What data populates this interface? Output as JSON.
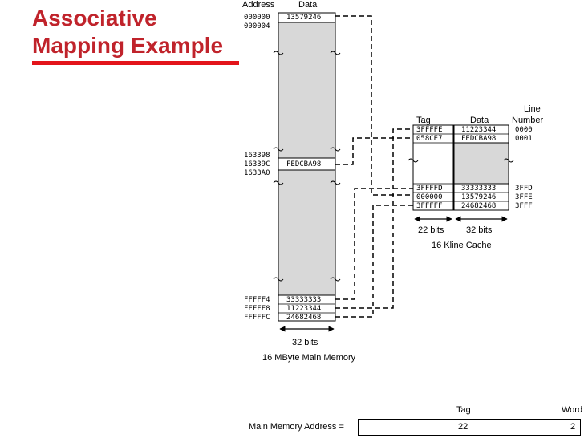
{
  "title": {
    "line1": "Associative",
    "line2": "Mapping Example"
  },
  "colors": {
    "title": "#c0232b",
    "title_rule": "#e3141a",
    "fill": "#d8d8d8",
    "line": "#000000"
  },
  "main_memory": {
    "address_header": "Address",
    "data_header": "Data",
    "rows_top": [
      {
        "address": "000000",
        "data": "13579246"
      },
      {
        "address": "000004",
        "data": ""
      }
    ],
    "rows_mid": [
      {
        "address": "163398",
        "data": ""
      },
      {
        "address": "16339C",
        "data": "FEDCBA98"
      },
      {
        "address": "1633A0",
        "data": ""
      }
    ],
    "rows_bottom": [
      {
        "address": "FFFFF4",
        "data": "33333333"
      },
      {
        "address": "FFFFF8",
        "data": "11223344"
      },
      {
        "address": "FFFFFC",
        "data": "24682468"
      }
    ],
    "width_label": "32 bits",
    "caption": "16 MByte Main Memory"
  },
  "cache": {
    "tag_header": "Tag",
    "data_header": "Data",
    "line_header_1": "Line",
    "line_header_2": "Number",
    "rows_top": [
      {
        "tag": "3FFFFE",
        "data": "11223344",
        "line": "0000"
      },
      {
        "tag": "058CE7",
        "data": "FEDCBA98",
        "line": "0001"
      }
    ],
    "rows_bottom": [
      {
        "tag": "3FFFFD",
        "data": "33333333",
        "line": "3FFD"
      },
      {
        "tag": "000000",
        "data": "13579246",
        "line": "3FFE"
      },
      {
        "tag": "3FFFFF",
        "data": "24682468",
        "line": "3FFF"
      }
    ],
    "tag_width_label": "22 bits",
    "data_width_label": "32 bits",
    "caption": "16 Kline Cache"
  },
  "address_format": {
    "label": "Main Memory Address =",
    "tag_header": "Tag",
    "word_header": "Word",
    "tag_value": "22",
    "word_value": "2"
  }
}
